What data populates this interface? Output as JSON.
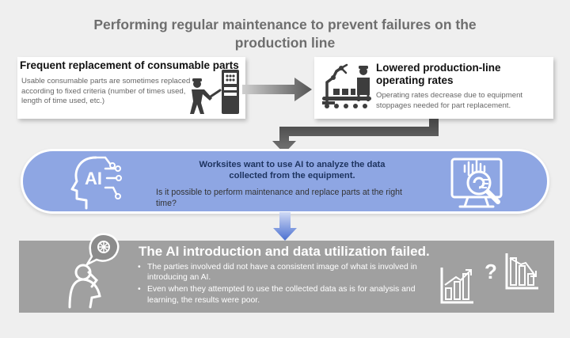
{
  "title": {
    "line1": "Performing regular maintenance to prevent failures on the",
    "line2": "production line"
  },
  "step1": {
    "heading": "Frequent replacement of consumable parts",
    "body": "Usable consumable parts are sometimes replaced according to fixed criteria (number of times used, length of time used, etc.)"
  },
  "step2": {
    "heading": "Lowered production-line operating rates",
    "body": "Operating rates decrease due to equipment stoppages needed for part replacement."
  },
  "step3": {
    "heading": "Worksites want to use AI to analyze the data collected from the equipment.",
    "body": "Is it possible to perform maintenance and replace parts at the right time?",
    "ai_text": "AI"
  },
  "step4": {
    "heading": "The AI introduction and data utilization failed.",
    "bullets": [
      "The parties involved did not have a consistent image of what is involved in introducing an AI.",
      "Even when they attempted to use the collected data as is for analysis and learning, the results were poor."
    ],
    "question_mark": "?"
  },
  "colors": {
    "title": "#6e6e6e",
    "oval_fill": "#8ea6e3",
    "oval_heading": "#1e3460",
    "band_fill": "#a0a0a0",
    "arrow_dark": "#555555",
    "arrow_blue": "#4a6fd0"
  },
  "icons": {
    "step1": "worker-repair-panel-icon",
    "step2": "factory-conveyor-icon",
    "step3_left": "ai-head-circuit-icon",
    "step3_right": "monitor-magnifier-analysis-icon",
    "step4_left": "confused-person-thought-icon",
    "step4_right": "bar-charts-icon"
  }
}
